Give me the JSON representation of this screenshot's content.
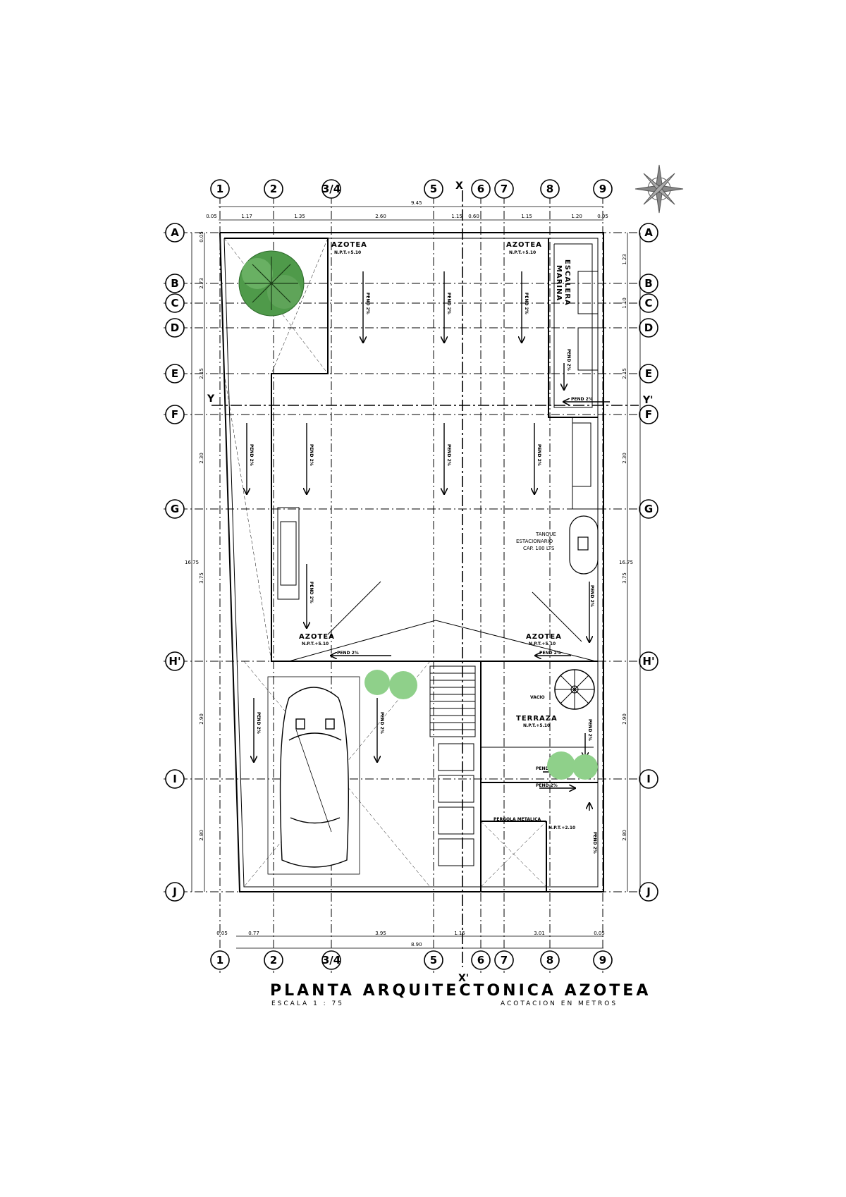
{
  "title": "PLANTA ARQUITECTONICA AZOTEA",
  "scale_note": "ESCALA 1 : 75",
  "units_note": "ACOTACION EN METROS",
  "grid_cols": [
    "1",
    "2",
    "3/4",
    "5",
    "6",
    "7",
    "8",
    "9"
  ],
  "grid_rows": [
    "A",
    "B",
    "C",
    "D",
    "E",
    "F",
    "G",
    "H'",
    "I",
    "J"
  ],
  "cut_labels": {
    "x_top": "X",
    "x_bottom": "X'",
    "y_left": "Y",
    "y_right": "Y'"
  },
  "rooms": {
    "azotea_1": "AZOTEA",
    "azotea_2": "AZOTEA",
    "azotea_3": "AZOTEA",
    "azotea_4": "AZOTEA",
    "terraza": "TERRAZA",
    "escalera": "ESCALERA",
    "marina": "MARINA",
    "level": "N.P.T.+5.10",
    "level_terraza": "N.P.T.+5.10",
    "level_lower": "N.P.T.+2.10",
    "vacio": "VACIO",
    "tanque": [
      "TANQUE",
      "ESTACIONARIO",
      "CAP. 180 LTS"
    ],
    "pergola": "PERGOLA METALICA"
  },
  "slope": "PEND 2%",
  "dims_top": {
    "total": "9.45",
    "seg": [
      "0.05",
      "1.17",
      "1.35",
      "2.60",
      "1.15",
      "0.60",
      "1.15",
      "1.20",
      "0.05"
    ]
  },
  "dims_bottom": {
    "total": "8.90",
    "seg": [
      "0.05",
      "0.77",
      "3.95",
      "1.15",
      "3.01",
      "0.05"
    ]
  },
  "dims_left": {
    "total": "16.75",
    "seg": [
      "0.05",
      "2.73",
      "2.15",
      "2.30",
      "3.75",
      "2.90",
      "2.80"
    ]
  },
  "dims_right": {
    "total": "16.75",
    "seg": [
      "1.23",
      "1.10",
      "2.15",
      "2.30",
      "3.75",
      "2.90",
      "2.80"
    ]
  },
  "colors": {
    "line": "#000000",
    "tree": "#4f9a4a",
    "shrub": "#8fd08a"
  },
  "icons": [
    "north-arrow-icon",
    "tree-icon",
    "car-icon",
    "spiral-stair-icon",
    "shrub-icon",
    "tank-icon",
    "water-heater-icon"
  ]
}
